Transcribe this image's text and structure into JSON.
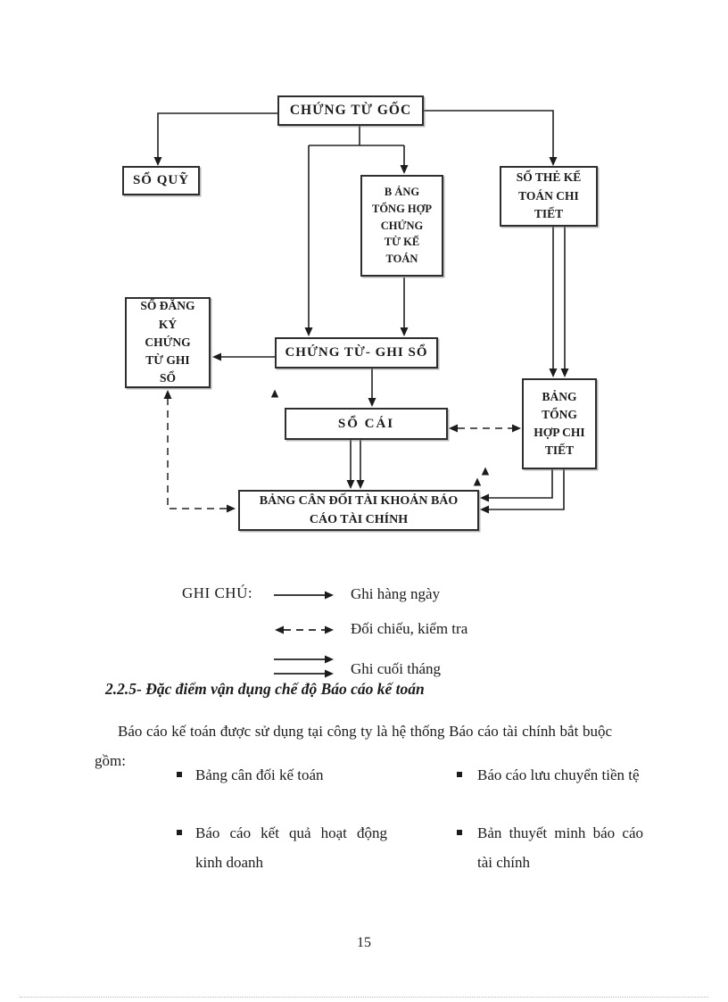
{
  "page": {
    "number": "15"
  },
  "diagram": {
    "boxes": {
      "chung_tu_goc": "CHỨNG TỪ GỐC",
      "so_quy": "SỔ QUỸ",
      "bang_tong_hop_chung_tu": "B ẢNG\nTỔNG HỢP\nCHỨNG\nTỪ KẾ\nTOÁN",
      "so_the_ke_toan": "SỔ THẺ KẾ\nTOÁN CHI\nTIẾT",
      "so_dang_ky": "SỔ ĐĂNG\nKÝ\nCHỨNG\nTỪ GHI\nSỔ",
      "chung_tu_ghi_so": "CHỨNG TỪ- GHI SỔ",
      "so_cai": "SỔ CÁI",
      "bang_tong_hop_chi_tiet": "BẢNG\nTỔNG\nHỢP CHI\nTIẾT",
      "bang_can_doi": "BẢNG CÂN ĐỐI TÀI KHOẢN BÁO\nCÁO TÀI CHÍNH"
    },
    "legend": {
      "title": "GHI CHÚ:",
      "items": [
        {
          "symbol": "solid-arrow",
          "label": "Ghi hàng ngày"
        },
        {
          "symbol": "dashed-double-arrow",
          "label": "Đối chiếu, kiểm tra"
        },
        {
          "symbol": "double-solid-arrow",
          "label": "Ghi cuối tháng"
        }
      ]
    },
    "colors": {
      "line": "#222222",
      "box_border": "#2e2e2e",
      "text": "#1c1c1c"
    }
  },
  "section": {
    "heading": "2.2.5- Đặc điểm vận dụng chế độ Báo cáo kế toán",
    "paragraph": "Báo cáo kế toán được sử dụng tại công ty là hệ thống Báo cáo tài chính bắt buộc gồm:",
    "bullets": {
      "left": [
        "Bảng cân đối kế toán",
        "Báo cáo kết quả hoạt động kinh doanh"
      ],
      "right": [
        "Báo cáo lưu chuyển tiền tệ",
        "Bản thuyết minh báo cáo tài chính"
      ]
    }
  }
}
